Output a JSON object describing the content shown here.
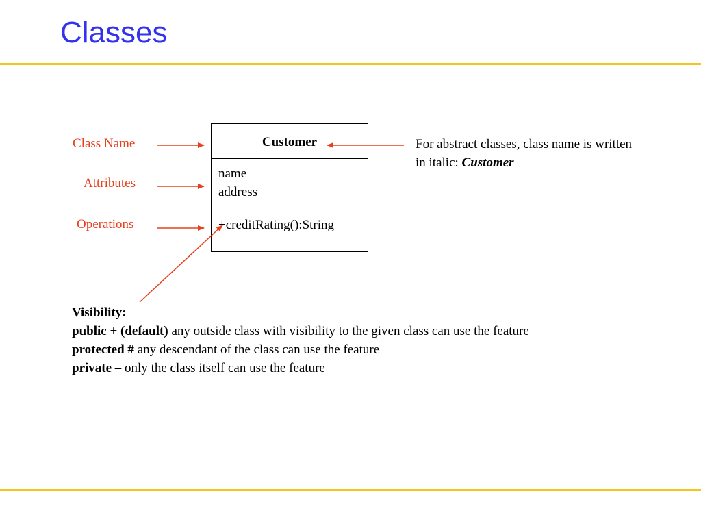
{
  "slide": {
    "title": "Classes",
    "title_color": "#3333ee",
    "rule_color": "#f5c518"
  },
  "callouts": {
    "class_name": "Class Name",
    "attributes": "Attributes",
    "operations": "Operations",
    "color": "#e8401c"
  },
  "uml_class": {
    "name": "Customer",
    "attributes": [
      "name",
      "address"
    ],
    "operations": [
      "+creditRating():String"
    ]
  },
  "note": {
    "text": "For abstract classes, class name is written in italic:",
    "italic_name": "Customer"
  },
  "visibility": {
    "heading": "Visibility:",
    "items": [
      {
        "keyword": "public + (default)",
        "description": " any outside class with visibility to the given class can use the feature"
      },
      {
        "keyword": "protected #",
        "description": " any descendant of the class can use the feature"
      },
      {
        "keyword": "private –",
        "description": " only the class itself can use the feature"
      }
    ]
  }
}
